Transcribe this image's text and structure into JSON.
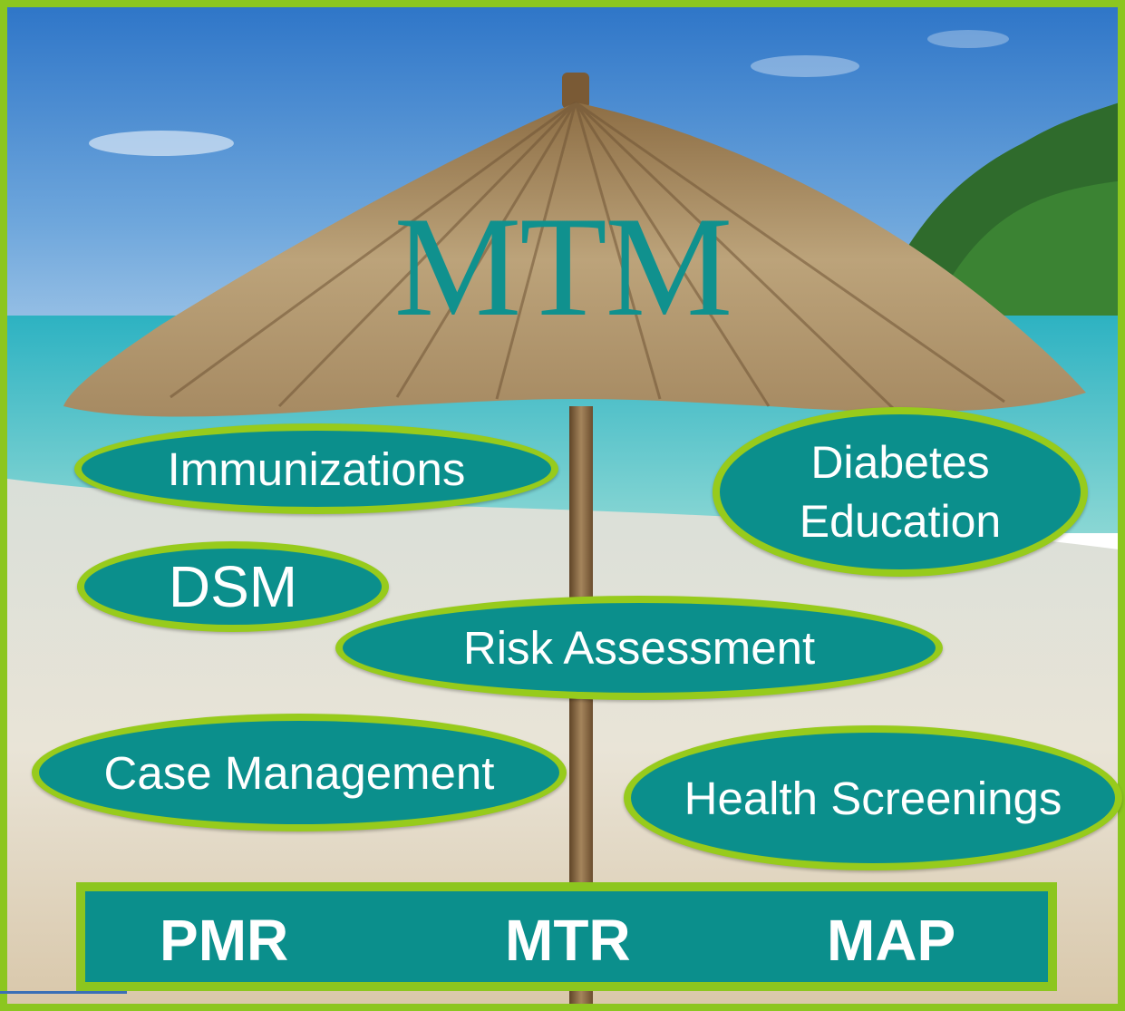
{
  "title": "MTM",
  "services": [
    "Immunizations",
    "Diabetes\nEducation",
    "DSM",
    "Risk Assessment",
    "Case Management",
    "Health Screenings"
  ],
  "foundation": [
    "PMR",
    "MTR",
    "MAP"
  ],
  "colors": {
    "border": "#8cc61f",
    "oval_fill": "#0b8f8c",
    "oval_outline": "#97cb1c",
    "title": "#10918e"
  }
}
